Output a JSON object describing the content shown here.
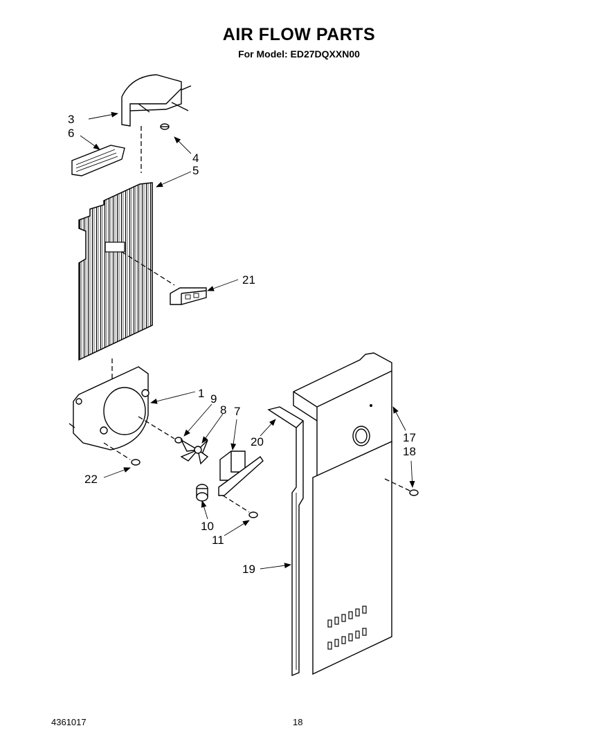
{
  "header": {
    "title": "AIR FLOW PARTS",
    "subtitle": "For Model: ED27DQXXN00"
  },
  "footer": {
    "doc_number": "4361017",
    "page_number": "18"
  },
  "callouts": [
    "3",
    "6",
    "4",
    "5",
    "21",
    "1",
    "9",
    "8",
    "7",
    "20",
    "17",
    "18",
    "22",
    "10",
    "11",
    "19"
  ],
  "colors": {
    "ink": "#000000",
    "paper": "#ffffff"
  }
}
